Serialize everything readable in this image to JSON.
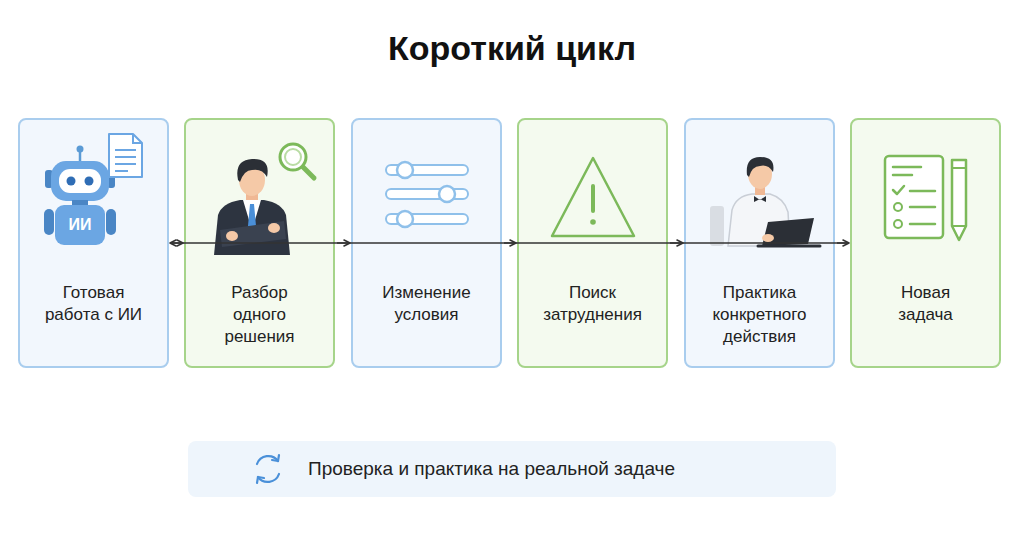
{
  "diagram": {
    "title": "Короткий цикл",
    "nodes": [
      {
        "text": [
          "Готовая работа с ИИ"
        ]
      },
      {
        "text": [
          "Разбор одного решения"
        ]
      },
      {
        "text": [
          "Изменение условия"
        ]
      },
      {
        "text": [
          "Поиск затруднения"
        ]
      },
      {
        "text": [
          "Практика конкретного действия"
        ]
      },
      {
        "text": [
          "Новая задача"
        ]
      },
      {
        "text": [
          "Проверка и практика на реальной задаче"
        ]
      }
    ],
    "edges": [
      {
        "from": 0,
        "to": 1,
        "arrow": "to"
      },
      {
        "from": 1,
        "to": 2,
        "arrow": "to"
      },
      {
        "from": 2,
        "to": 3,
        "arrow": "to"
      },
      {
        "from": 3,
        "to": 4,
        "arrow": "to"
      },
      {
        "from": 4,
        "to": 5,
        "arrow": "to"
      },
      {
        "from": 5,
        "to": 0,
        "arrow": "to"
      }
    ],
    "labels": [
      "ИИ"
    ]
  }
}
